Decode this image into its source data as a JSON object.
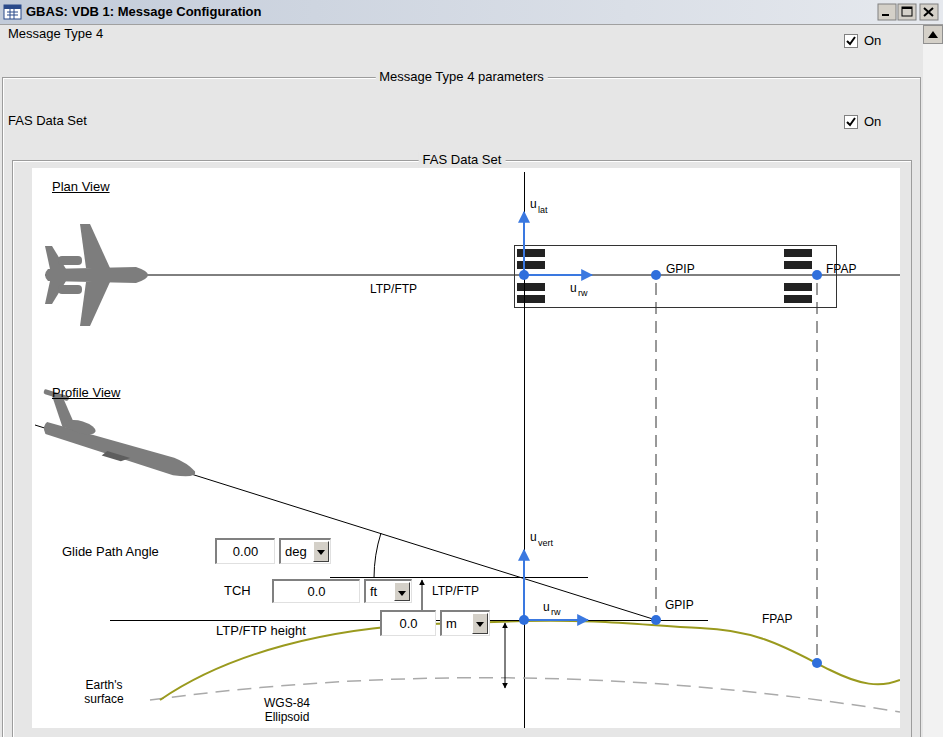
{
  "diagram": {
    "nodes": [
      {
        "text": [
          "GBAS: VDB 1: Message Configuration"
        ]
      },
      {
        "text": [
          "On"
        ],
        "in": 0
      },
      {
        "text": [
          "Message Type 4 parameters"
        ],
        "in": 0
      },
      {
        "text": [
          "On"
        ],
        "in": 2
      },
      {
        "text": [
          "FAS Data Set"
        ],
        "in": 2
      },
      {
        "text": [
          "0.00"
        ],
        "in": 4
      },
      {
        "text": [
          "deg"
        ],
        "in": 4
      },
      {
        "text": [
          "0.0"
        ],
        "in": 4
      },
      {
        "text": [
          "ft"
        ],
        "in": 4
      },
      {
        "text": [
          "0.0"
        ],
        "in": 4
      },
      {
        "text": [
          "m"
        ],
        "in": 4
      }
    ],
    "labels": [
      "Message Type 4",
      "FAS Data Set",
      "Plan View",
      "u",
      "lat",
      "u",
      "rw",
      "GPIP",
      "FPAP",
      "LTP/FTP",
      "Profile View",
      "u",
      "vert",
      "Glide Path Angle",
      "TCH",
      "LTP/FTP",
      "u",
      "rw",
      "GPIP",
      "FPAP",
      "LTP/FTP height",
      "Earth's surface",
      "WGS-84 Ellipsoid"
    ]
  }
}
